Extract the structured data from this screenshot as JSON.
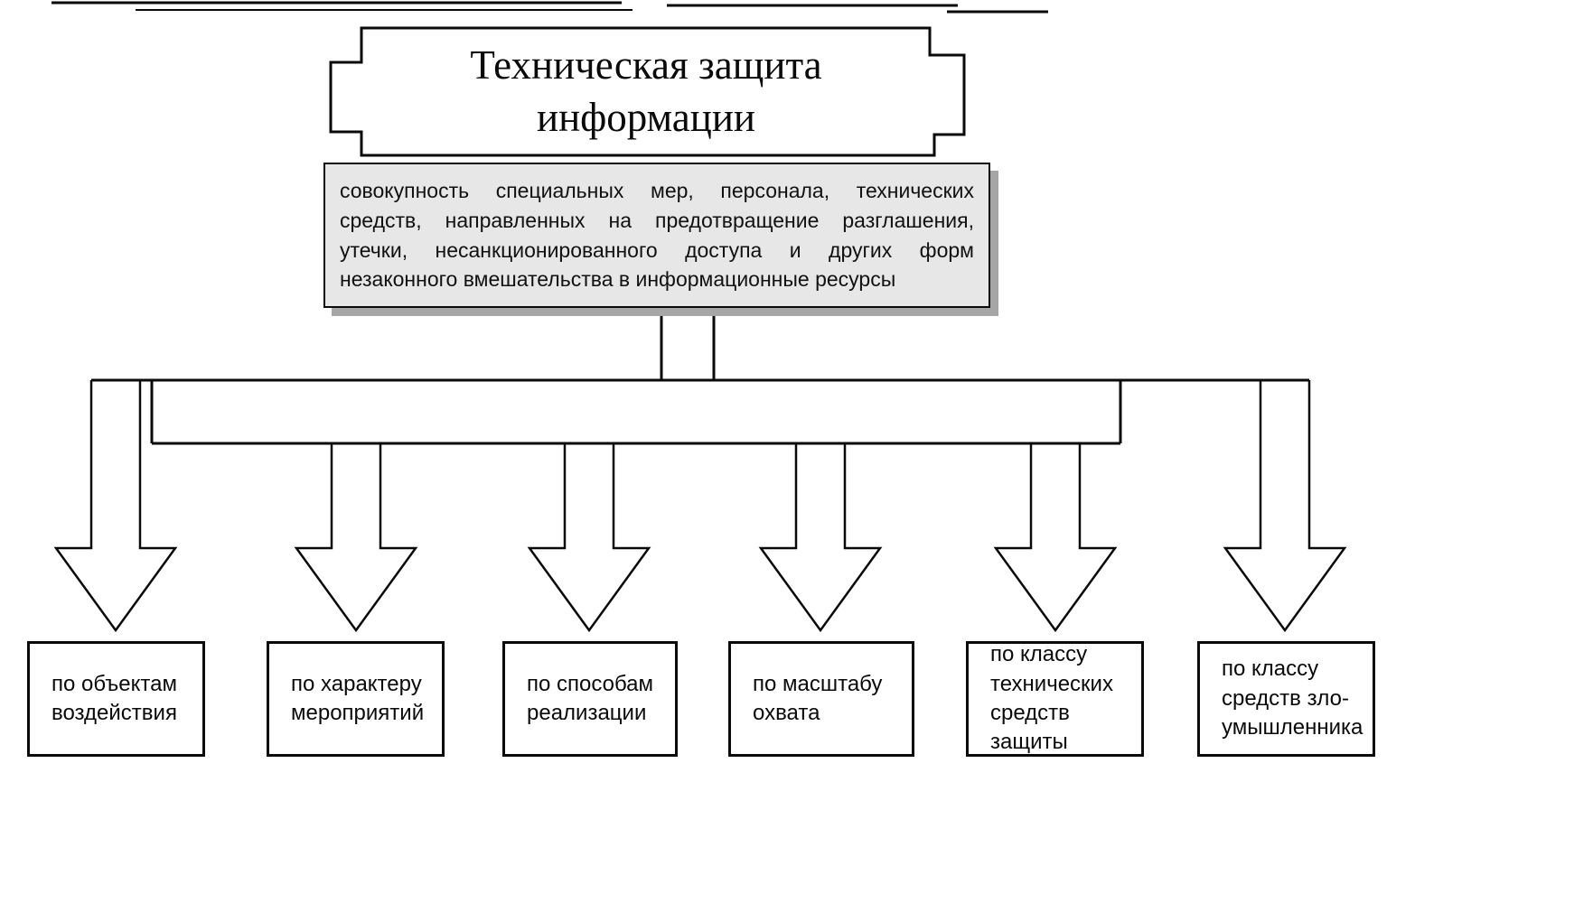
{
  "diagram": {
    "title": "Техническая защита\nинформации",
    "definition": "совокупность специальных мер, персонала, технических средств, направленных на предотвращение разглашения, утечки, несанкционированного доступа и других форм незаконного вмешательства в информационные ресурсы",
    "categories": [
      "по объектам\nвоздействия",
      "по характеру\nмероприятий",
      "по способам\nреализации",
      "по масштабу\nохвата",
      "по классу\nтехнических\nсредств защиты",
      "по классу\nсредств зло-\nумышленника"
    ],
    "colors": {
      "line": "#0a0a0a",
      "definition_fill": "#e7e7e7",
      "definition_shadow": "#a6a6a6",
      "background": "#ffffff"
    }
  }
}
